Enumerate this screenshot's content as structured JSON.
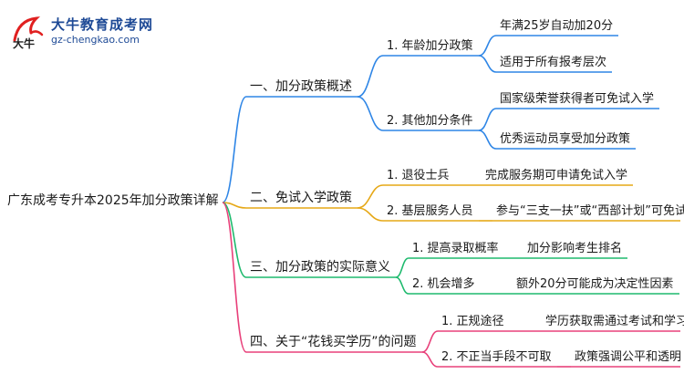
{
  "logo": {
    "name": "大牛教育成考网",
    "url": "gz-chengkao.com",
    "mark_text": "大牛"
  },
  "root": "广东成考专升本2025年加分政策详解",
  "branches": [
    {
      "label": "一、加分政策概述",
      "color": "#2f86e6",
      "children": [
        {
          "label": "1. 年龄加分政策",
          "leaves": [
            "年满25岁自动加20分",
            "适用于所有报考层次"
          ]
        },
        {
          "label": "2. 其他加分条件",
          "leaves": [
            "国家级荣誉获得者可免试入学",
            "优秀运动员享受加分政策"
          ]
        }
      ]
    },
    {
      "label": "二、免试入学政策",
      "color": "#e6a817",
      "children": [
        {
          "label": "1. 退役士兵",
          "leaves": [
            "完成服务期可申请免试入学"
          ]
        },
        {
          "label": "2. 基层服务人员",
          "leaves": [
            "参与“三支一扶”或“西部计划”可免试"
          ]
        }
      ]
    },
    {
      "label": "三、加分政策的实际意义",
      "color": "#1fba6e",
      "children": [
        {
          "label": "1. 提高录取概率",
          "leaves": [
            "加分影响考生排名"
          ]
        },
        {
          "label": "2. 机会增多",
          "leaves": [
            "额外20分可能成为决定性因素"
          ]
        }
      ]
    },
    {
      "label": "四、关于“花钱买学历”的问题",
      "color": "#e8407a",
      "children": [
        {
          "label": "1. 正规途径",
          "leaves": [
            "学历获取需通过考试和学习"
          ]
        },
        {
          "label": "2. 不正当手段不可取",
          "leaves": [
            "政策强调公平和透明"
          ]
        }
      ]
    }
  ]
}
